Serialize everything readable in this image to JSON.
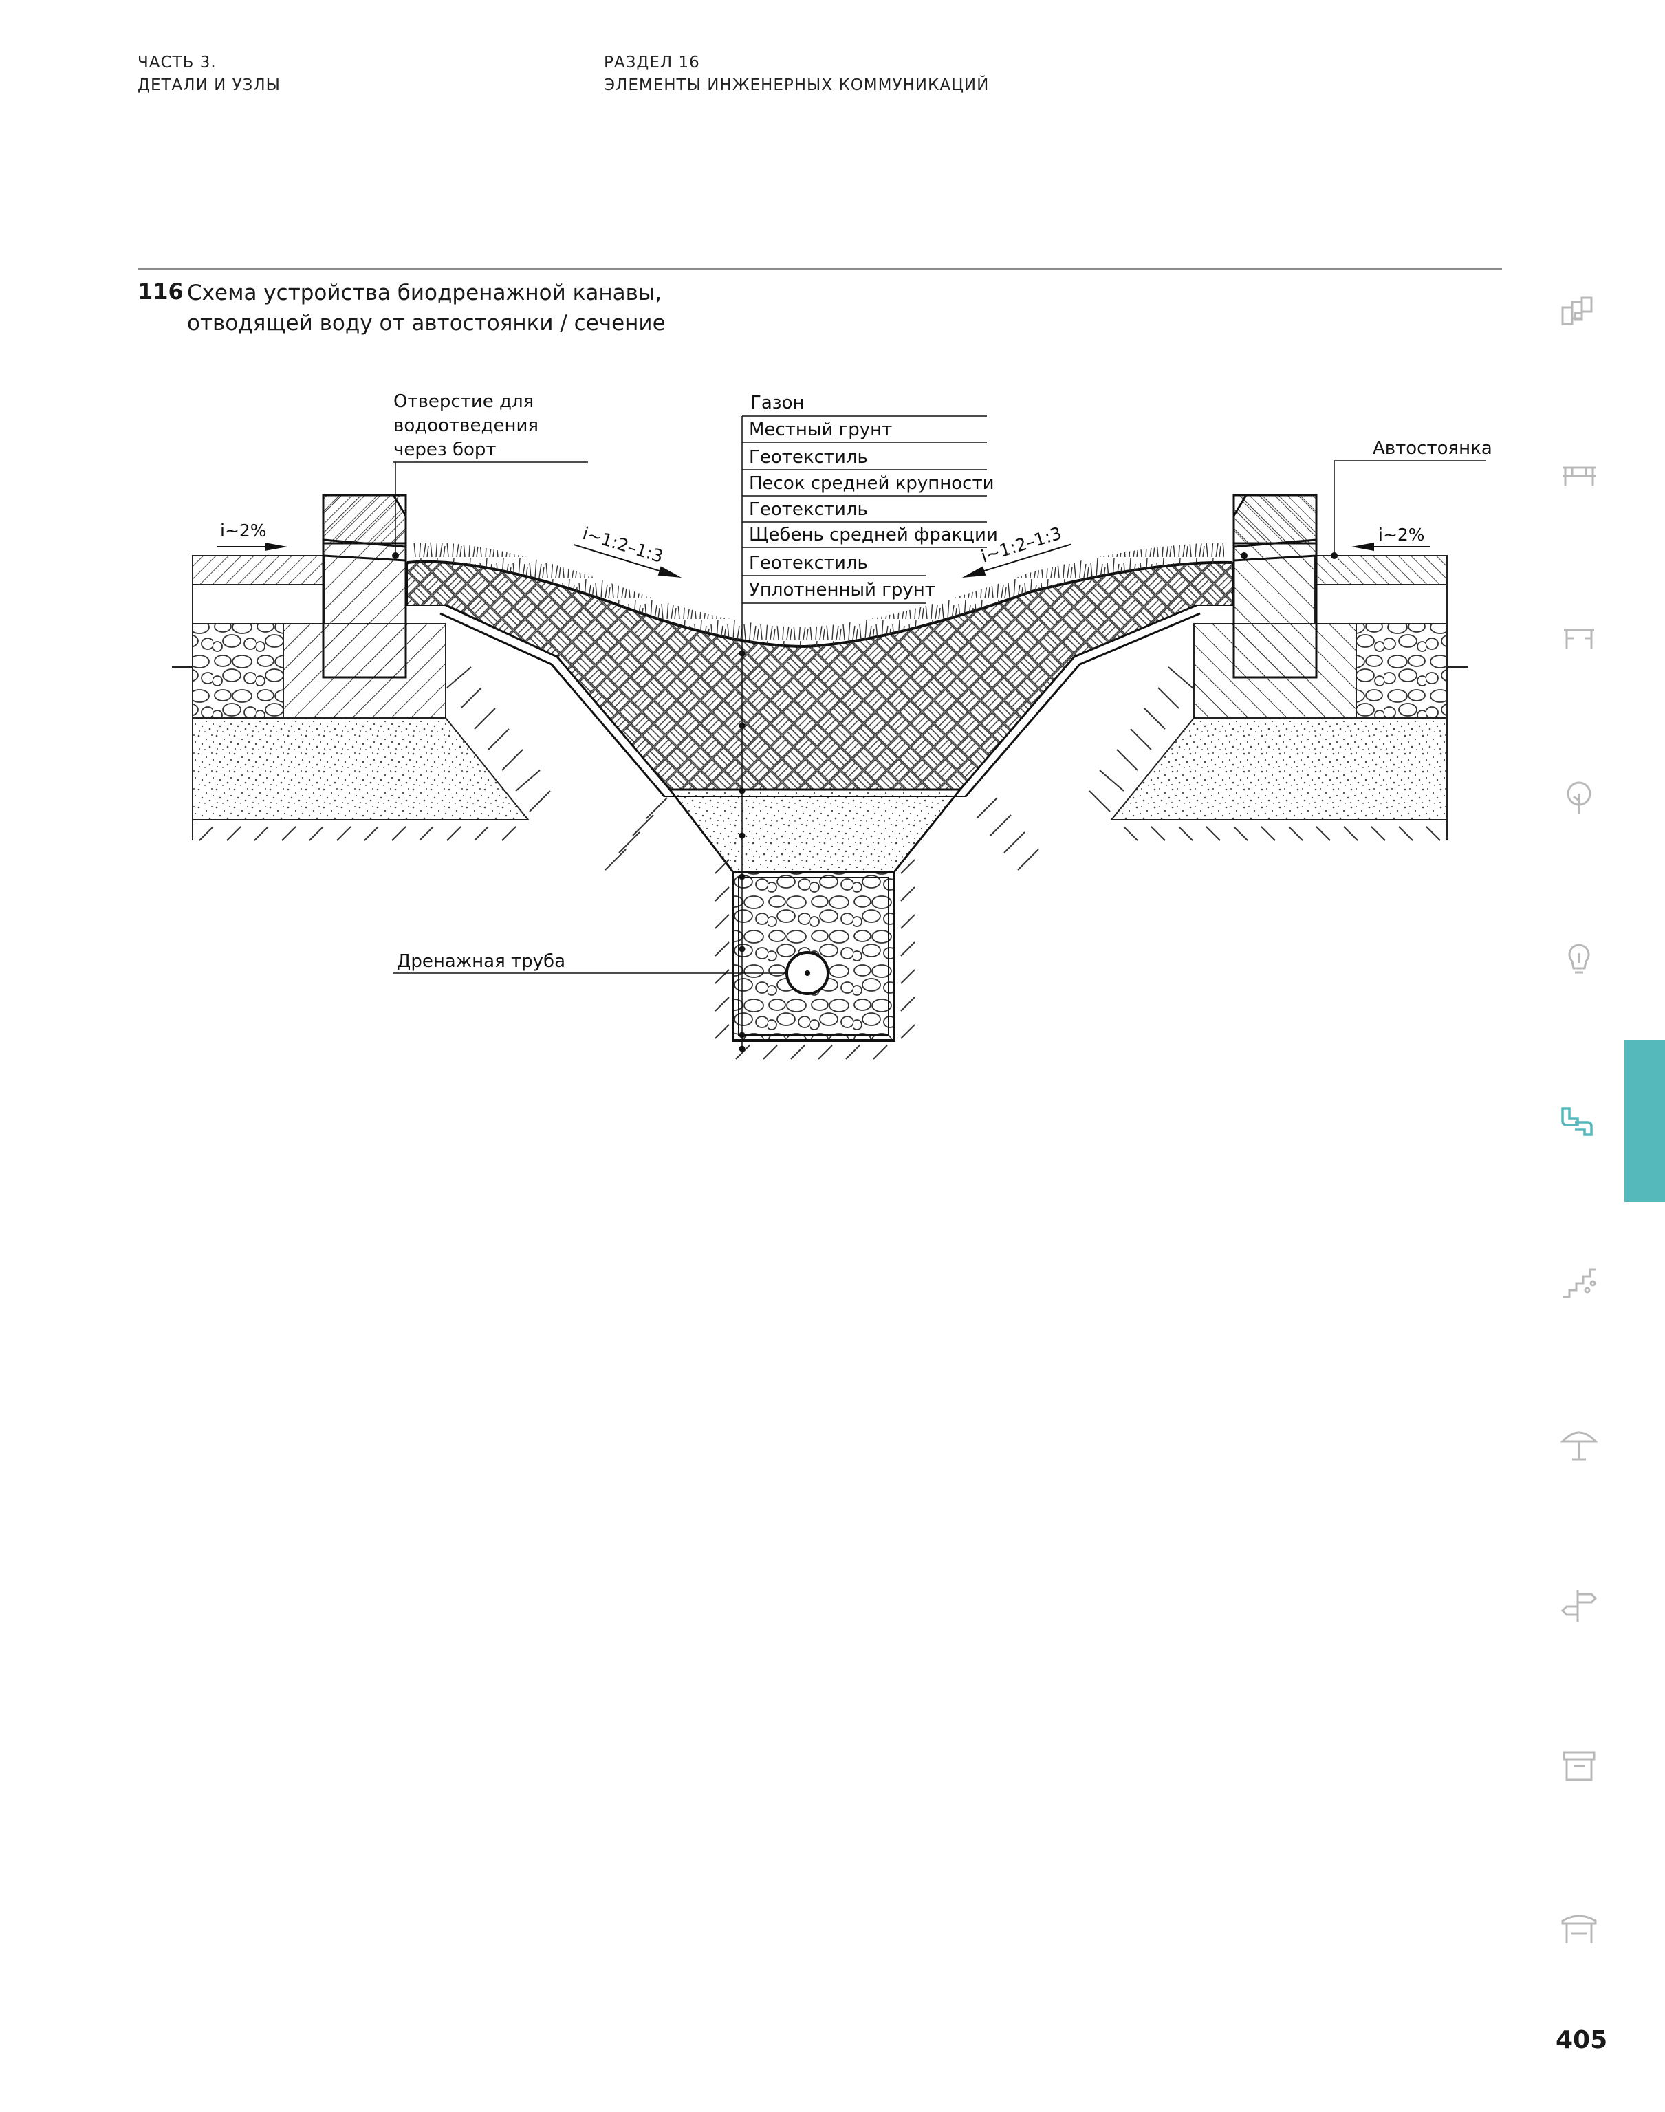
{
  "header": {
    "part_line1": "ЧАСТЬ 3.",
    "part_line2": "ДЕТАЛИ И УЗЛЫ",
    "section_line1": "РАЗДЕЛ 16",
    "section_line2": "ЭЛЕМЕНТЫ ИНЖЕНЕРНЫХ КОММУНИКАЦИЙ"
  },
  "figure": {
    "number": "116",
    "title_line1": "Схема устройства биодренажной канавы,",
    "title_line2": "отводящей воду от автостоянки / сечение"
  },
  "labels": {
    "drain_hole_1": "Отверстие для",
    "drain_hole_2": "водоотведения",
    "drain_hole_3": "через борт",
    "parking": "Автостоянка",
    "slope_left": "i~2%",
    "slope_right": "i~2%",
    "bank_slope_left": "i~1:2–1:3",
    "bank_slope_right": "i~1:2–1:3",
    "drain_pipe": "Дренажная труба"
  },
  "layers": [
    "Газон",
    "Местный грунт",
    "Геотекстиль",
    "Песок средней крупности",
    "Геотекстиль",
    "Щебень средней фракции",
    "Геотекстиль",
    "Уплотненный грунт"
  ],
  "sidebar": {
    "icons": [
      "paving-icon",
      "bench-icon",
      "table-icon",
      "tree-icon",
      "lamp-icon",
      "pipe-icon",
      "stairs-icon",
      "umbrella-icon",
      "signpost-icon",
      "kiosk-icon",
      "shelter-icon"
    ],
    "active_index": 5,
    "active_color": "#55b8bb",
    "icon_color": "#b8b8b8"
  },
  "page_number": "405"
}
